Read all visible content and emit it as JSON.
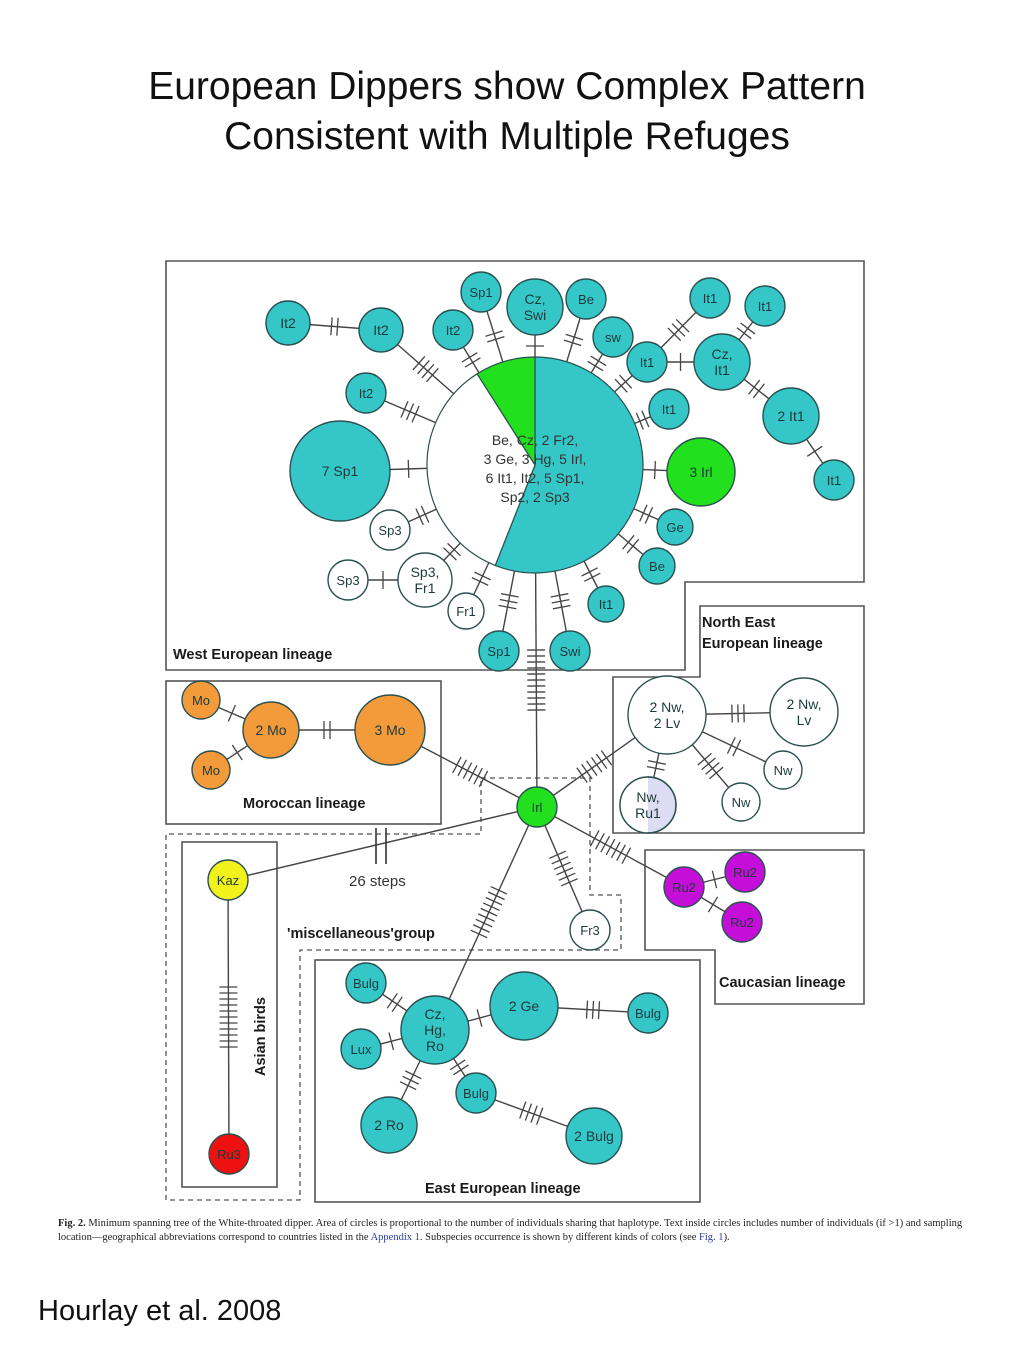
{
  "slide": {
    "title_line1": "European Dippers show Complex Pattern",
    "title_line2": "Consistent with Multiple Refuges",
    "citation": "Hourlay et al. 2008"
  },
  "caption": {
    "prefix": "Fig. 2.",
    "text_part1": " Minimum spanning tree of the White-throated dipper. Area of circles is proportional to the number of individuals sharing that haplotype. Text inside circles includes number of individuals (if >1) and sampling location—geographical abbreviations correspond to countries listed in the ",
    "link1": "Appendix 1",
    "text_part2": ". Subspecies occurrence is shown by different kinds of colors (see ",
    "link2": "Fig. 1",
    "text_part3": ")."
  },
  "colors": {
    "teal": "#35c6c8",
    "green": "#22e01e",
    "orange": "#f39a3a",
    "yellow": "#f2f21a",
    "red": "#ee1111",
    "purple": "#c50fd8",
    "white": "#ffffff",
    "lavender": "#dcdcf4",
    "outline": "#2a5050",
    "line": "#444444"
  },
  "groups": [
    {
      "id": "west",
      "label": "West European lineage"
    },
    {
      "id": "moroccan",
      "label": "Moroccan lineage"
    },
    {
      "id": "northeast",
      "label_line1": "North East",
      "label_line2": "European lineage"
    },
    {
      "id": "caucasian",
      "label": "Caucasian lineage"
    },
    {
      "id": "misc",
      "label": "'miscellaneous'group"
    },
    {
      "id": "asian",
      "label": "Asian birds"
    },
    {
      "id": "east",
      "label": "East European lineage"
    }
  ],
  "annotation_steps": "26 steps",
  "hub": {
    "label_lines": [
      "Be, Cz, 2 Fr2,",
      "3 Ge, 3 Hg, 5 Irl,",
      "6 It1, It2, 5 Sp1,",
      "Sp2, 2 Sp3"
    ],
    "pie_fractions": [
      {
        "color": "teal",
        "fraction": 0.56
      },
      {
        "color": "white",
        "fraction": 0.35
      },
      {
        "color": "green",
        "fraction": 0.09
      }
    ]
  },
  "nodes": [
    {
      "id": "hub",
      "label": "",
      "color": "teal",
      "lineage": "west"
    },
    {
      "id": "it2a",
      "label": "It2",
      "color": "teal",
      "lineage": "west"
    },
    {
      "id": "it2b",
      "label": "It2",
      "color": "teal",
      "lineage": "west"
    },
    {
      "id": "it2c",
      "label": "It2",
      "color": "teal",
      "lineage": "west"
    },
    {
      "id": "it2d",
      "label": "It2",
      "color": "teal",
      "lineage": "west"
    },
    {
      "id": "sp1a",
      "label": "Sp1",
      "color": "teal",
      "lineage": "west"
    },
    {
      "id": "czswi",
      "label": "Cz, Swi",
      "color": "teal",
      "lineage": "west"
    },
    {
      "id": "be1",
      "label": "Be",
      "color": "teal",
      "lineage": "west"
    },
    {
      "id": "sw",
      "label": "sw",
      "color": "teal",
      "lineage": "west"
    },
    {
      "id": "it1a",
      "label": "It1",
      "color": "teal",
      "lineage": "west"
    },
    {
      "id": "it1b",
      "label": "It1",
      "color": "teal",
      "lineage": "west"
    },
    {
      "id": "it1c",
      "label": "It1",
      "color": "teal",
      "lineage": "west"
    },
    {
      "id": "czit1",
      "label": "Cz, It1",
      "color": "teal",
      "lineage": "west"
    },
    {
      "id": "it1d",
      "label": "It1",
      "color": "teal",
      "lineage": "west"
    },
    {
      "id": "2it1",
      "label": "2 It1",
      "color": "teal",
      "lineage": "west"
    },
    {
      "id": "it1e",
      "label": "It1",
      "color": "teal",
      "lineage": "west"
    },
    {
      "id": "3irl",
      "label": "3 Irl",
      "color": "green",
      "lineage": "west"
    },
    {
      "id": "ge1",
      "label": "Ge",
      "color": "teal",
      "lineage": "west"
    },
    {
      "id": "be2",
      "label": "Be",
      "color": "teal",
      "lineage": "west"
    },
    {
      "id": "it1f",
      "label": "It1",
      "color": "teal",
      "lineage": "west"
    },
    {
      "id": "swi",
      "label": "Swi",
      "color": "teal",
      "lineage": "west"
    },
    {
      "id": "sp1b",
      "label": "Sp1",
      "color": "teal",
      "lineage": "west"
    },
    {
      "id": "fr1",
      "label": "Fr1",
      "color": "white",
      "lineage": "west"
    },
    {
      "id": "sp3fr1",
      "label": "Sp3, Fr1",
      "color": "white",
      "lineage": "west"
    },
    {
      "id": "sp3a",
      "label": "Sp3",
      "color": "white",
      "lineage": "west"
    },
    {
      "id": "sp3b",
      "label": "Sp3",
      "color": "white",
      "lineage": "west"
    },
    {
      "id": "7sp1",
      "label": "7 Sp1",
      "color": "teal",
      "lineage": "west"
    },
    {
      "id": "irl",
      "label": "Irl",
      "color": "green",
      "lineage": "misc"
    },
    {
      "id": "fr3",
      "label": "Fr3",
      "color": "white",
      "lineage": "misc"
    },
    {
      "id": "3mo",
      "label": "3 Mo",
      "color": "orange",
      "lineage": "moroccan"
    },
    {
      "id": "2mo",
      "label": "2 Mo",
      "color": "orange",
      "lineage": "moroccan"
    },
    {
      "id": "mo1",
      "label": "Mo",
      "color": "orange",
      "lineage": "moroccan"
    },
    {
      "id": "mo2",
      "label": "Mo",
      "color": "orange",
      "lineage": "moroccan"
    },
    {
      "id": "2nw2lv",
      "label": "2 Nw, 2 Lv",
      "color": "white",
      "lineage": "northeast"
    },
    {
      "id": "2nwlv",
      "label": "2 Nw, Lv",
      "color": "white",
      "lineage": "northeast"
    },
    {
      "id": "nw1",
      "label": "Nw",
      "color": "white",
      "lineage": "northeast"
    },
    {
      "id": "nw2",
      "label": "Nw",
      "color": "white",
      "lineage": "northeast"
    },
    {
      "id": "nwru1",
      "label": "Nw, Ru1",
      "color": "white",
      "lineage": "northeast"
    },
    {
      "id": "ru2a",
      "label": "Ru2",
      "color": "purple",
      "lineage": "caucasian"
    },
    {
      "id": "ru2b",
      "label": "Ru2",
      "color": "purple",
      "lineage": "caucasian"
    },
    {
      "id": "ru2c",
      "label": "Ru2",
      "color": "purple",
      "lineage": "caucasian"
    },
    {
      "id": "kaz",
      "label": "Kaz",
      "color": "yellow",
      "lineage": "asian"
    },
    {
      "id": "ru3",
      "label": "Ru3",
      "color": "red",
      "lineage": "asian"
    },
    {
      "id": "czhgro",
      "label": "Cz, Hg, Ro",
      "color": "teal",
      "lineage": "east"
    },
    {
      "id": "bulg1",
      "label": "Bulg",
      "color": "teal",
      "lineage": "east"
    },
    {
      "id": "lux",
      "label": "Lux",
      "color": "teal",
      "lineage": "east"
    },
    {
      "id": "2ge",
      "label": "2 Ge",
      "color": "teal",
      "lineage": "east"
    },
    {
      "id": "bulg2",
      "label": "Bulg",
      "color": "teal",
      "lineage": "east"
    },
    {
      "id": "bulg3",
      "label": "Bulg",
      "color": "teal",
      "lineage": "east"
    },
    {
      "id": "2bulg",
      "label": "2 Bulg",
      "color": "teal",
      "lineage": "east"
    },
    {
      "id": "2ro",
      "label": "2 Ro",
      "color": "teal",
      "lineage": "east"
    }
  ],
  "edges": [
    {
      "from": "it2a",
      "to": "it2b",
      "steps": 2
    },
    {
      "from": "it2b",
      "to": "hub",
      "steps": 4
    },
    {
      "from": "it2c",
      "to": "hub",
      "steps": 2
    },
    {
      "from": "sp1a",
      "to": "hub",
      "steps": 2
    },
    {
      "from": "czswi",
      "to": "hub",
      "steps": 1
    },
    {
      "from": "be1",
      "to": "hub",
      "steps": 2
    },
    {
      "from": "sw",
      "to": "hub",
      "steps": 2
    },
    {
      "from": "it1c",
      "to": "hub",
      "steps": 2
    },
    {
      "from": "it1a",
      "to": "it1c",
      "steps": 3
    },
    {
      "from": "it1c",
      "to": "czit1",
      "steps": 1
    },
    {
      "from": "it1b",
      "to": "czit1",
      "steps": 2
    },
    {
      "from": "czit1",
      "to": "2it1",
      "steps": 2
    },
    {
      "from": "2it1",
      "to": "it1e",
      "steps": 1
    },
    {
      "from": "it1d",
      "to": "hub",
      "steps": 2
    },
    {
      "from": "3irl",
      "to": "hub",
      "steps": 1
    },
    {
      "from": "ge1",
      "to": "hub",
      "steps": 2
    },
    {
      "from": "be2",
      "to": "hub",
      "steps": 2
    },
    {
      "from": "it1f",
      "to": "hub",
      "steps": 2
    },
    {
      "from": "swi",
      "to": "hub",
      "steps": 3
    },
    {
      "from": "sp1b",
      "to": "hub",
      "steps": 3
    },
    {
      "from": "fr1",
      "to": "hub",
      "steps": 2
    },
    {
      "from": "sp3fr1",
      "to": "hub",
      "steps": 2
    },
    {
      "from": "sp3a",
      "to": "sp3fr1",
      "steps": 1
    },
    {
      "from": "sp3b",
      "to": "hub",
      "steps": 2
    },
    {
      "from": "7sp1",
      "to": "hub",
      "steps": 1
    },
    {
      "from": "it2d",
      "to": "hub",
      "steps": 3
    },
    {
      "from": "hub",
      "to": "irl",
      "steps": 11
    },
    {
      "from": "3mo",
      "to": "irl",
      "steps": 6
    },
    {
      "from": "2mo",
      "to": "3mo",
      "steps": 2
    },
    {
      "from": "mo1",
      "to": "2mo",
      "steps": 1
    },
    {
      "from": "mo2",
      "to": "2mo",
      "steps": 1
    },
    {
      "from": "2nw2lv",
      "to": "irl",
      "steps": 6
    },
    {
      "from": "2nw2lv",
      "to": "2nwlv",
      "steps": 3
    },
    {
      "from": "2nw2lv",
      "to": "nw1",
      "steps": 2
    },
    {
      "from": "2nw2lv",
      "to": "nw2",
      "steps": 4
    },
    {
      "from": "2nw2lv",
      "to": "nwru1",
      "steps": 2
    },
    {
      "from": "ru2a",
      "to": "irl",
      "steps": 7
    },
    {
      "from": "ru2a",
      "to": "ru2b",
      "steps": 1
    },
    {
      "from": "ru2a",
      "to": "ru2c",
      "steps": 1
    },
    {
      "from": "fr3",
      "to": "irl",
      "steps": 6
    },
    {
      "from": "czhgro",
      "to": "irl",
      "steps": 9
    },
    {
      "from": "kaz",
      "to": "irl",
      "steps": 26
    },
    {
      "from": "kaz",
      "to": "ru3",
      "steps": 11
    },
    {
      "from": "bulg1",
      "to": "czhgro",
      "steps": 2
    },
    {
      "from": "lux",
      "to": "czhgro",
      "steps": 1
    },
    {
      "from": "2ge",
      "to": "czhgro",
      "steps": 1
    },
    {
      "from": "2ge",
      "to": "bulg2",
      "steps": 3
    },
    {
      "from": "bulg3",
      "to": "czhgro",
      "steps": 2
    },
    {
      "from": "bulg3",
      "to": "2bulg",
      "steps": 4
    },
    {
      "from": "2ro",
      "to": "czhgro",
      "steps": 3
    }
  ]
}
